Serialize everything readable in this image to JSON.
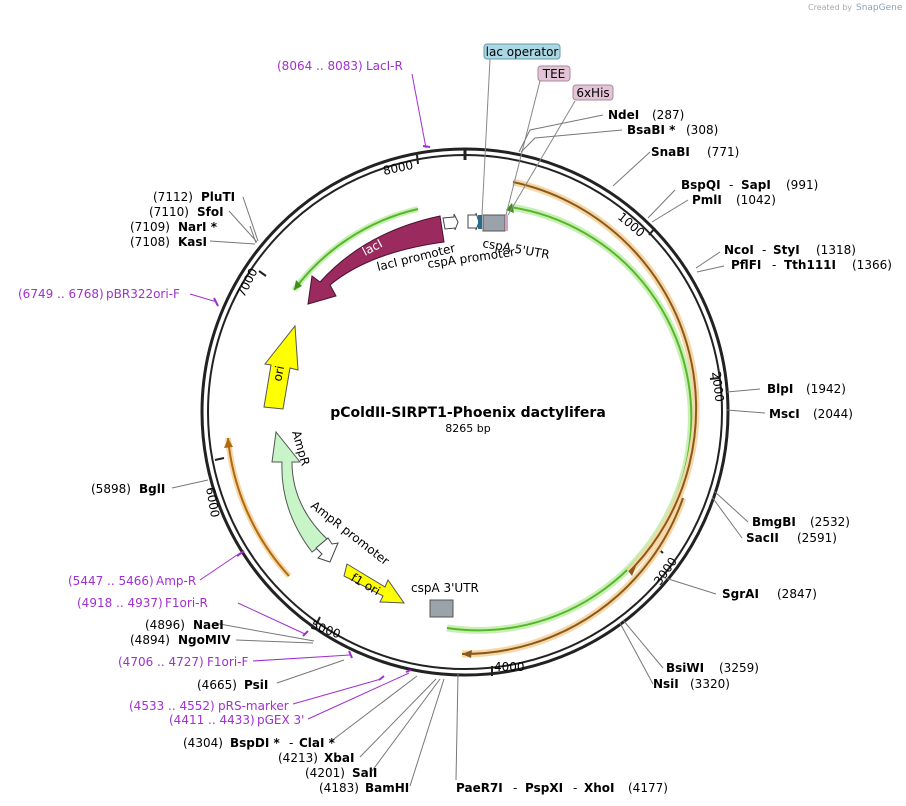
{
  "credit": {
    "created_by": "Created by",
    "brand": "SnapGene"
  },
  "plasmid": {
    "name": "pColdII-SIRPT1-Phoenix dactylifera",
    "size": "8265 bp"
  },
  "ticks": [
    "1000",
    "2000",
    "3000",
    "4000",
    "5000",
    "6000",
    "7000",
    "8000"
  ],
  "boxed_features": {
    "lac_operator": "lac operator",
    "tee": "TEE",
    "his": "6xHis"
  },
  "features": {
    "laci": "lacI",
    "laci_promoter": "lacI promoter",
    "cspa_promoter": "cspA promoter",
    "cspa_5utr": "cspA 5'UTR",
    "cspa_3utr": "cspA 3'UTR",
    "ori": "ori",
    "ampr": "AmpR",
    "ampr_promoter": "AmpR promoter",
    "f1_ori": "f1 ori"
  },
  "sites_right": [
    {
      "name": "NdeI",
      "pos": "(287)"
    },
    {
      "name": "BsaBI *",
      "pos": "(308)"
    },
    {
      "name": "SnaBI",
      "pos": "(771)"
    },
    {
      "name": "BspQI",
      "sep": "-",
      "name2": "SapI",
      "pos": "(991)"
    },
    {
      "name": "PmlI",
      "pos": "(1042)"
    },
    {
      "name": "NcoI",
      "sep": "-",
      "name2": "StyI",
      "pos": "(1318)"
    },
    {
      "name": "PflFI",
      "sep": "-",
      "name2": "Tth111I",
      "pos": "(1366)"
    },
    {
      "name": "BlpI",
      "pos": "(1942)"
    },
    {
      "name": "MscI",
      "pos": "(2044)"
    },
    {
      "name": "BmgBI",
      "pos": "(2532)"
    },
    {
      "name": "SacII",
      "pos": "(2591)"
    },
    {
      "name": "SgrAI",
      "pos": "(2847)"
    },
    {
      "name": "BsiWI",
      "pos": "(3259)"
    },
    {
      "name": "NsiI",
      "pos": "(3320)"
    },
    {
      "name": "PaeR7I",
      "sep": "-",
      "name2": "PspXI",
      "sep2": "-",
      "name3": "XhoI",
      "pos": "(4177)"
    }
  ],
  "sites_left": [
    {
      "pos": "(7112)",
      "name": "PluTI"
    },
    {
      "pos": "(7110)",
      "name": "SfoI"
    },
    {
      "pos": "(7109)",
      "name": "NarI *"
    },
    {
      "pos": "(7108)",
      "name": "KasI"
    },
    {
      "pos": "(5898)",
      "name": "BglI"
    },
    {
      "pos": "(4896)",
      "name": "NaeI"
    },
    {
      "pos": "(4894)",
      "name": "NgoMIV"
    },
    {
      "pos": "(4665)",
      "name": "PsiI"
    },
    {
      "pos": "(4304)",
      "name": "BspDI *",
      "sep": "-",
      "name2": "ClaI *"
    },
    {
      "pos": "(4213)",
      "name": "XbaI"
    },
    {
      "pos": "(4201)",
      "name": "SalI"
    },
    {
      "pos": "(4183)",
      "name": "BamHI"
    }
  ],
  "primers": [
    {
      "range": "(8064 .. 8083)",
      "name": "LacI-R"
    },
    {
      "range": "(6749 .. 6768)",
      "name": "pBR322ori-F"
    },
    {
      "range": "(5447 .. 5466)",
      "name": "Amp-R"
    },
    {
      "range": "(4918 .. 4937)",
      "name": "F1ori-R"
    },
    {
      "range": "(4706 .. 4727)",
      "name": "F1ori-F"
    },
    {
      "range": "(4533 .. 4552)",
      "name": "pRS-marker"
    },
    {
      "range": "(4411 .. 4433)",
      "name": "pGEX 3'"
    }
  ],
  "colors": {
    "laci": "#9b2a5e",
    "ori": "#ffff00",
    "f1_ori": "#ffff00",
    "ampr": "#c8f5c8",
    "orf_green": "#55b82a",
    "orf_orange": "#e8962a",
    "primer": "#a030d0",
    "lac_operator_box": "#a9d8e4",
    "tee_box": "#e3c3d6",
    "his_box": "#e3c3d6",
    "utr_box": "#9aa2aa"
  }
}
